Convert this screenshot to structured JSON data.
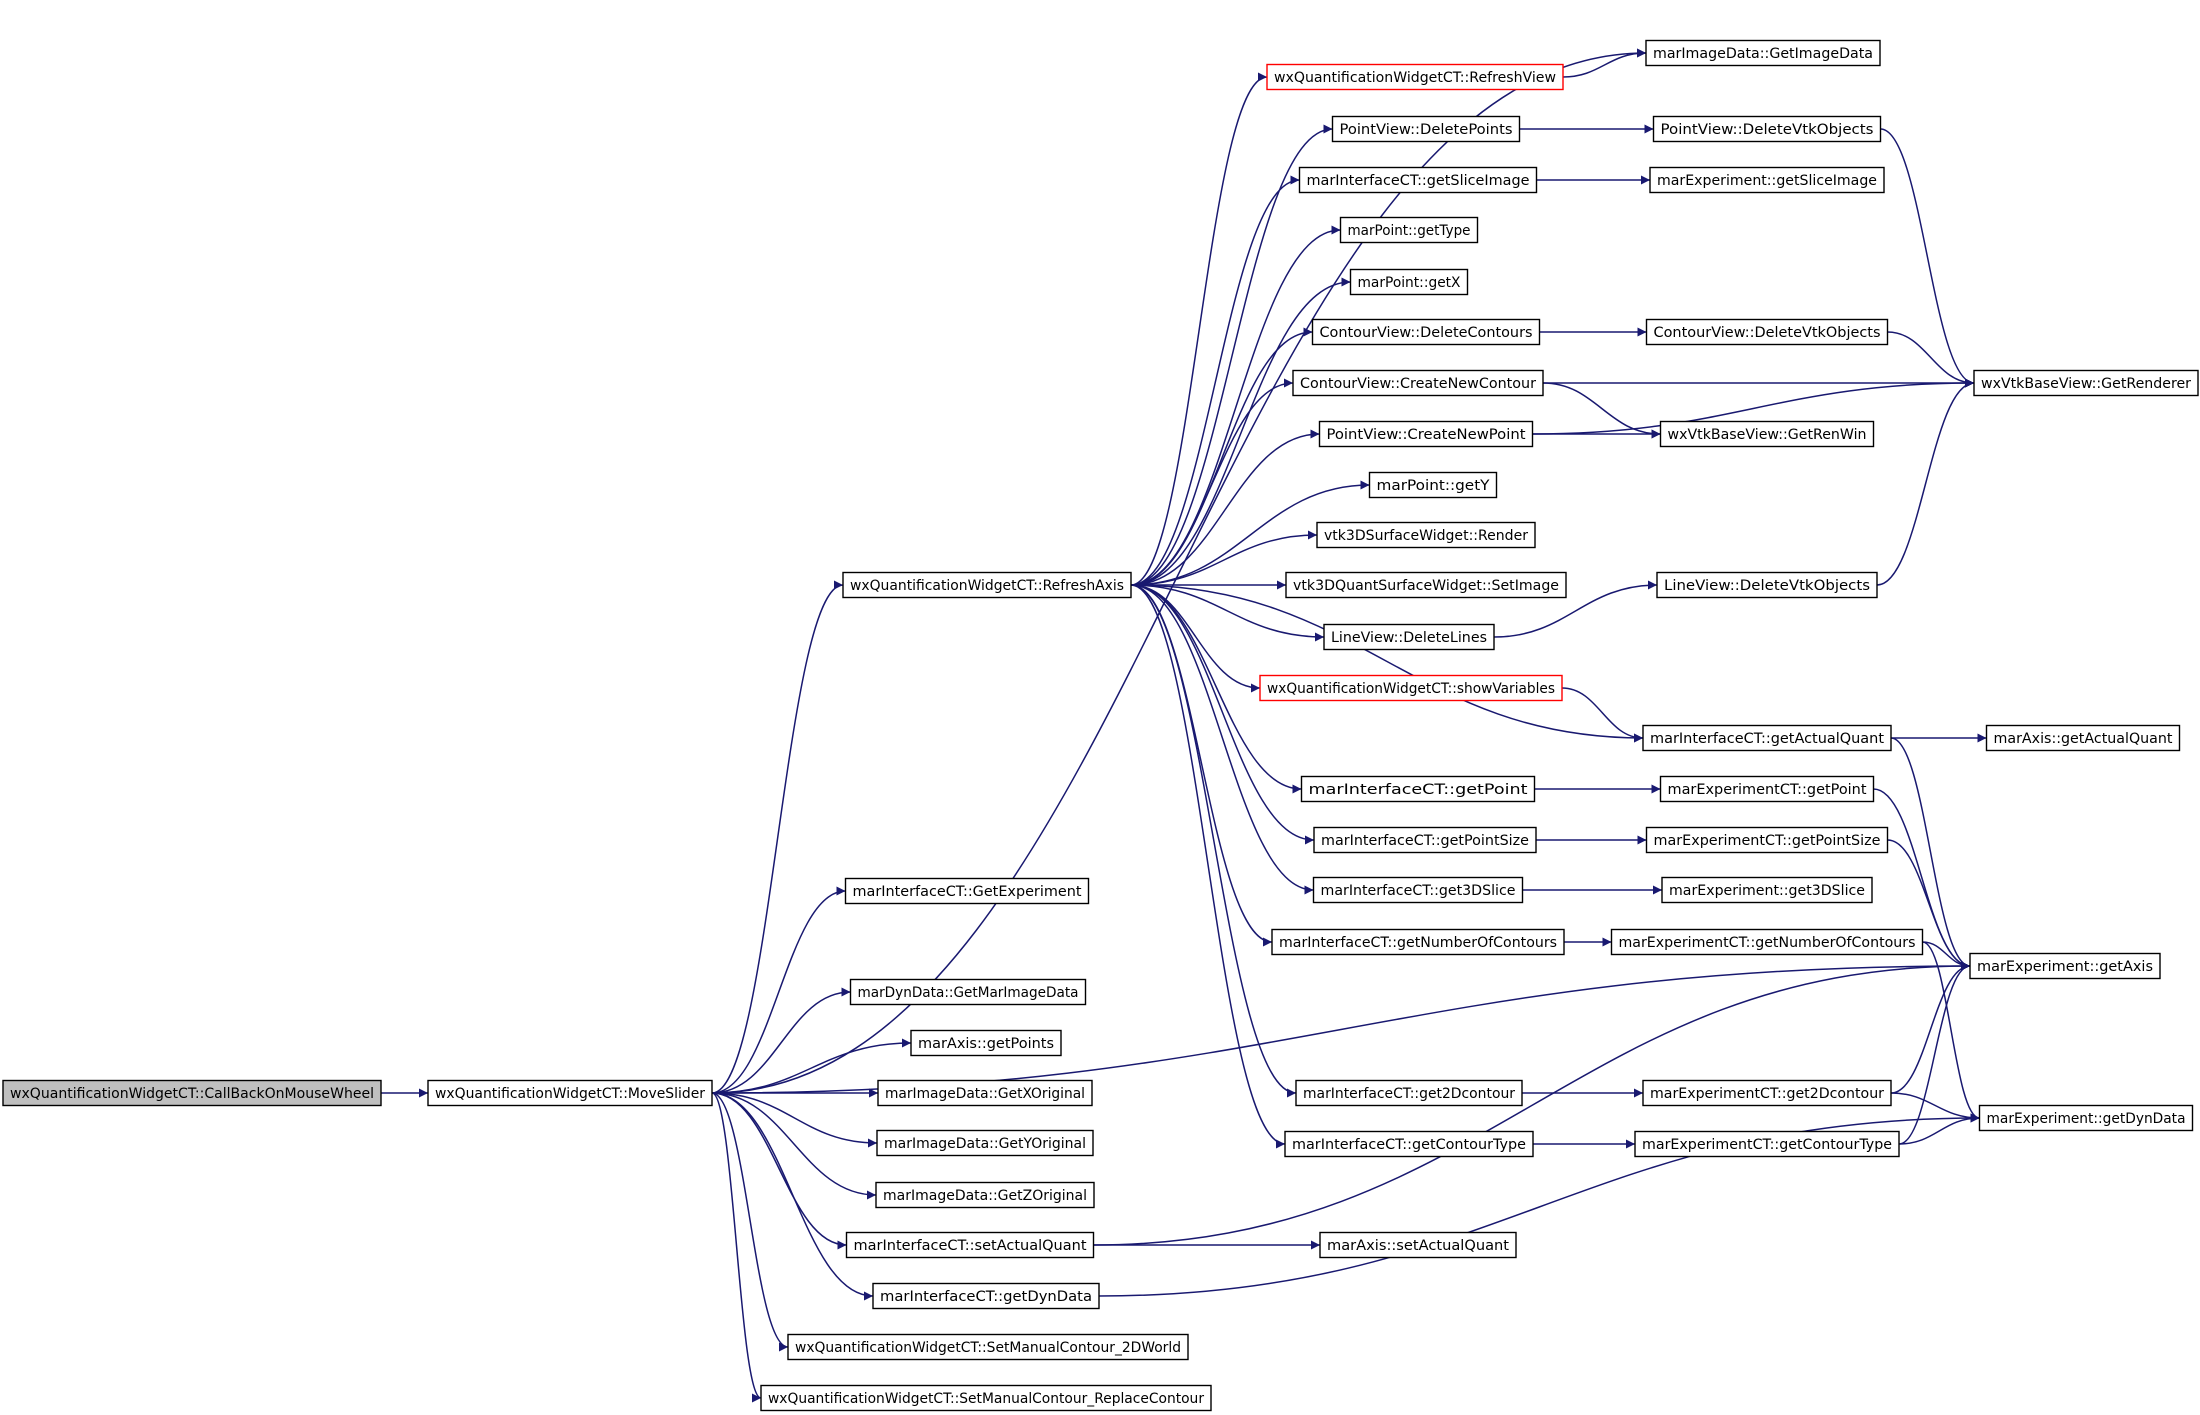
{
  "nodes": [
    {
      "id": "root",
      "label": "wxQuantificationWidgetCT::CallBackOnMouseWheel",
      "style": "root"
    },
    {
      "id": "moveslider",
      "label": "wxQuantificationWidgetCT::MoveSlider",
      "style": "normal"
    },
    {
      "id": "refreshaxis",
      "label": "wxQuantificationWidgetCT::RefreshAxis",
      "style": "normal"
    },
    {
      "id": "refreshview",
      "label": "wxQuantificationWidgetCT::RefreshView",
      "style": "red"
    },
    {
      "id": "getimagedata",
      "label": "marImageData::GetImageData",
      "style": "normal"
    },
    {
      "id": "deletepoints",
      "label": "PointView::DeletePoints",
      "style": "normal"
    },
    {
      "id": "pv_deletevtk",
      "label": "PointView::DeleteVtkObjects",
      "style": "normal"
    },
    {
      "id": "ic_getsliceimage",
      "label": "marInterfaceCT::getSliceImage",
      "style": "normal"
    },
    {
      "id": "me_getsliceimage",
      "label": "marExperiment::getSliceImage",
      "style": "normal"
    },
    {
      "id": "mp_gettype",
      "label": "marPoint::getType",
      "style": "normal"
    },
    {
      "id": "mp_getx",
      "label": "marPoint::getX",
      "style": "normal"
    },
    {
      "id": "cv_deletecontours",
      "label": "ContourView::DeleteContours",
      "style": "normal"
    },
    {
      "id": "cv_deletevtk",
      "label": "ContourView::DeleteVtkObjects",
      "style": "normal"
    },
    {
      "id": "cv_createnew",
      "label": "ContourView::CreateNewContour",
      "style": "normal"
    },
    {
      "id": "getrenderer",
      "label": "wxVtkBaseView::GetRenderer",
      "style": "normal"
    },
    {
      "id": "pv_createnew",
      "label": "PointView::CreateNewPoint",
      "style": "normal"
    },
    {
      "id": "getrenwin",
      "label": "wxVtkBaseView::GetRenWin",
      "style": "normal"
    },
    {
      "id": "mp_gety",
      "label": "marPoint::getY",
      "style": "normal"
    },
    {
      "id": "vtk3d_render",
      "label": "vtk3DSurfaceWidget::Render",
      "style": "normal"
    },
    {
      "id": "vtk3dq_setimage",
      "label": "vtk3DQuantSurfaceWidget::SetImage",
      "style": "normal"
    },
    {
      "id": "lv_deletevtk",
      "label": "LineView::DeleteVtkObjects",
      "style": "normal"
    },
    {
      "id": "lv_deletelines",
      "label": "LineView::DeleteLines",
      "style": "normal"
    },
    {
      "id": "showvariables",
      "label": "wxQuantificationWidgetCT::showVariables",
      "style": "red"
    },
    {
      "id": "ic_getactualquant",
      "label": "marInterfaceCT::getActualQuant",
      "style": "normal"
    },
    {
      "id": "ma_getactualquant",
      "label": "marAxis::getActualQuant",
      "style": "normal"
    },
    {
      "id": "ic_getpoint",
      "label": "marInterfaceCT::getPoint",
      "style": "normal"
    },
    {
      "id": "mect_getpoint",
      "label": "marExperimentCT::getPoint",
      "style": "normal"
    },
    {
      "id": "ic_getpointsize",
      "label": "marInterfaceCT::getPointSize",
      "style": "normal"
    },
    {
      "id": "mect_getpointsize",
      "label": "marExperimentCT::getPointSize",
      "style": "normal"
    },
    {
      "id": "ic_get3dslice",
      "label": "marInterfaceCT::get3DSlice",
      "style": "normal"
    },
    {
      "id": "me_get3dslice",
      "label": "marExperiment::get3DSlice",
      "style": "normal"
    },
    {
      "id": "ic_getexperiment",
      "label": "marInterfaceCT::GetExperiment",
      "style": "normal"
    },
    {
      "id": "ic_getnumcontours",
      "label": "marInterfaceCT::getNumberOfContours",
      "style": "normal"
    },
    {
      "id": "mect_getnumcontours",
      "label": "marExperimentCT::getNumberOfContours",
      "style": "normal"
    },
    {
      "id": "me_getaxis",
      "label": "marExperiment::getAxis",
      "style": "normal"
    },
    {
      "id": "mdd_getmarimagedata",
      "label": "marDynData::GetMarImageData",
      "style": "normal"
    },
    {
      "id": "ma_getpoints",
      "label": "marAxis::getPoints",
      "style": "normal"
    },
    {
      "id": "mid_getxoriginal",
      "label": "marImageData::GetXOriginal",
      "style": "normal"
    },
    {
      "id": "ic_get2dcontour",
      "label": "marInterfaceCT::get2Dcontour",
      "style": "normal"
    },
    {
      "id": "mect_get2dcontour",
      "label": "marExperimentCT::get2Dcontour",
      "style": "normal"
    },
    {
      "id": "me_getdyndata",
      "label": "marExperiment::getDynData",
      "style": "normal"
    },
    {
      "id": "mid_getyoriginal",
      "label": "marImageData::GetYOriginal",
      "style": "normal"
    },
    {
      "id": "ic_getcontourtype",
      "label": "marInterfaceCT::getContourType",
      "style": "normal"
    },
    {
      "id": "mect_getcontourtype",
      "label": "marExperimentCT::getContourType",
      "style": "normal"
    },
    {
      "id": "mid_getzoriginal",
      "label": "marImageData::GetZOriginal",
      "style": "normal"
    },
    {
      "id": "ic_setactualquant",
      "label": "marInterfaceCT::setActualQuant",
      "style": "normal"
    },
    {
      "id": "ma_setactualquant",
      "label": "marAxis::setActualQuant",
      "style": "normal"
    },
    {
      "id": "ic_getdyndata",
      "label": "marInterfaceCT::getDynData",
      "style": "normal"
    },
    {
      "id": "setmanual2dworld",
      "label": "wxQuantificationWidgetCT::SetManualContour_2DWorld",
      "style": "normal"
    },
    {
      "id": "setmanualreplace",
      "label": "wxQuantificationWidgetCT::SetManualContour_ReplaceContour",
      "style": "normal"
    }
  ],
  "edges": [
    [
      "root",
      "moveslider"
    ],
    [
      "moveslider",
      "refreshaxis"
    ],
    [
      "moveslider",
      "getimagedata"
    ],
    [
      "moveslider",
      "ic_getexperiment"
    ],
    [
      "moveslider",
      "me_getaxis"
    ],
    [
      "moveslider",
      "mdd_getmarimagedata"
    ],
    [
      "moveslider",
      "ma_getpoints"
    ],
    [
      "moveslider",
      "mid_getxoriginal"
    ],
    [
      "moveslider",
      "mid_getyoriginal"
    ],
    [
      "moveslider",
      "mid_getzoriginal"
    ],
    [
      "moveslider",
      "ic_setactualquant"
    ],
    [
      "moveslider",
      "ic_getdyndata"
    ],
    [
      "moveslider",
      "setmanual2dworld"
    ],
    [
      "moveslider",
      "setmanualreplace"
    ],
    [
      "refreshaxis",
      "refreshview"
    ],
    [
      "refreshaxis",
      "deletepoints"
    ],
    [
      "refreshaxis",
      "ic_getsliceimage"
    ],
    [
      "refreshaxis",
      "mp_gettype"
    ],
    [
      "refreshaxis",
      "mp_getx"
    ],
    [
      "refreshaxis",
      "cv_deletecontours"
    ],
    [
      "refreshaxis",
      "cv_createnew"
    ],
    [
      "refreshaxis",
      "pv_createnew"
    ],
    [
      "refreshaxis",
      "mp_gety"
    ],
    [
      "refreshaxis",
      "vtk3d_render"
    ],
    [
      "refreshaxis",
      "vtk3dq_setimage"
    ],
    [
      "refreshaxis",
      "lv_deletelines"
    ],
    [
      "refreshaxis",
      "showvariables"
    ],
    [
      "refreshaxis",
      "ic_getactualquant"
    ],
    [
      "refreshaxis",
      "ic_getpoint"
    ],
    [
      "refreshaxis",
      "ic_getpointsize"
    ],
    [
      "refreshaxis",
      "ic_get3dslice"
    ],
    [
      "refreshaxis",
      "ic_getnumcontours"
    ],
    [
      "refreshaxis",
      "ic_get2dcontour"
    ],
    [
      "refreshaxis",
      "ic_getcontourtype"
    ],
    [
      "refreshview",
      "getimagedata"
    ],
    [
      "deletepoints",
      "pv_deletevtk"
    ],
    [
      "pv_deletevtk",
      "getrenderer"
    ],
    [
      "ic_getsliceimage",
      "me_getsliceimage"
    ],
    [
      "cv_deletecontours",
      "cv_deletevtk"
    ],
    [
      "cv_deletevtk",
      "getrenderer"
    ],
    [
      "cv_createnew",
      "getrenderer"
    ],
    [
      "cv_createnew",
      "getrenwin"
    ],
    [
      "pv_createnew",
      "getrenwin"
    ],
    [
      "pv_createnew",
      "getrenderer"
    ],
    [
      "lv_deletelines",
      "lv_deletevtk"
    ],
    [
      "lv_deletevtk",
      "getrenderer"
    ],
    [
      "showvariables",
      "ic_getactualquant"
    ],
    [
      "ic_getactualquant",
      "ma_getactualquant"
    ],
    [
      "ic_getactualquant",
      "me_getaxis"
    ],
    [
      "ic_getpoint",
      "mect_getpoint"
    ],
    [
      "mect_getpoint",
      "me_getaxis"
    ],
    [
      "ic_getpointsize",
      "mect_getpointsize"
    ],
    [
      "mect_getpointsize",
      "me_getaxis"
    ],
    [
      "ic_get3dslice",
      "me_get3dslice"
    ],
    [
      "ic_getnumcontours",
      "mect_getnumcontours"
    ],
    [
      "mect_getnumcontours",
      "me_getaxis"
    ],
    [
      "mect_getnumcontours",
      "me_getdyndata"
    ],
    [
      "ic_get2dcontour",
      "mect_get2dcontour"
    ],
    [
      "mect_get2dcontour",
      "me_getaxis"
    ],
    [
      "mect_get2dcontour",
      "me_getdyndata"
    ],
    [
      "ic_getcontourtype",
      "mect_getcontourtype"
    ],
    [
      "mect_getcontourtype",
      "me_getaxis"
    ],
    [
      "mect_getcontourtype",
      "me_getdyndata"
    ],
    [
      "ic_setactualquant",
      "ma_setactualquant"
    ],
    [
      "ic_setactualquant",
      "me_getaxis"
    ],
    [
      "ic_getdyndata",
      "me_getdyndata"
    ]
  ]
}
